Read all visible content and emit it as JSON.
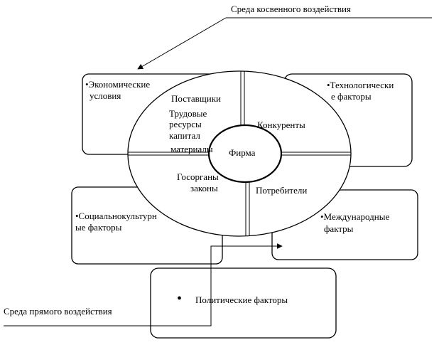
{
  "labels": {
    "indirect": "Среда косвенного воздействия",
    "direct": "Среда прямого воздействия",
    "firm": "Фирма"
  },
  "sectors": {
    "suppliers": {
      "line1": "Поставщики",
      "line2": "Трудовые",
      "line3": "ресурсы",
      "line4": "капитал",
      "line5": "материалы"
    },
    "competitors": "Конкуренты",
    "government": {
      "line1": "Госорганы",
      "line2": "законы"
    },
    "consumers": "Потребители"
  },
  "boxes": {
    "economic": {
      "line1": "•Экономические",
      "line2": "условия"
    },
    "tech": {
      "line1": "•Технологически",
      "line2": "е факторы"
    },
    "social": {
      "line1": "•Социальнокультурн",
      "line2": "ые факторы"
    },
    "international": {
      "line1": "•Международные",
      "line2": "фактры"
    },
    "political": {
      "bullet": "•",
      "text": "Политические факторы"
    }
  }
}
